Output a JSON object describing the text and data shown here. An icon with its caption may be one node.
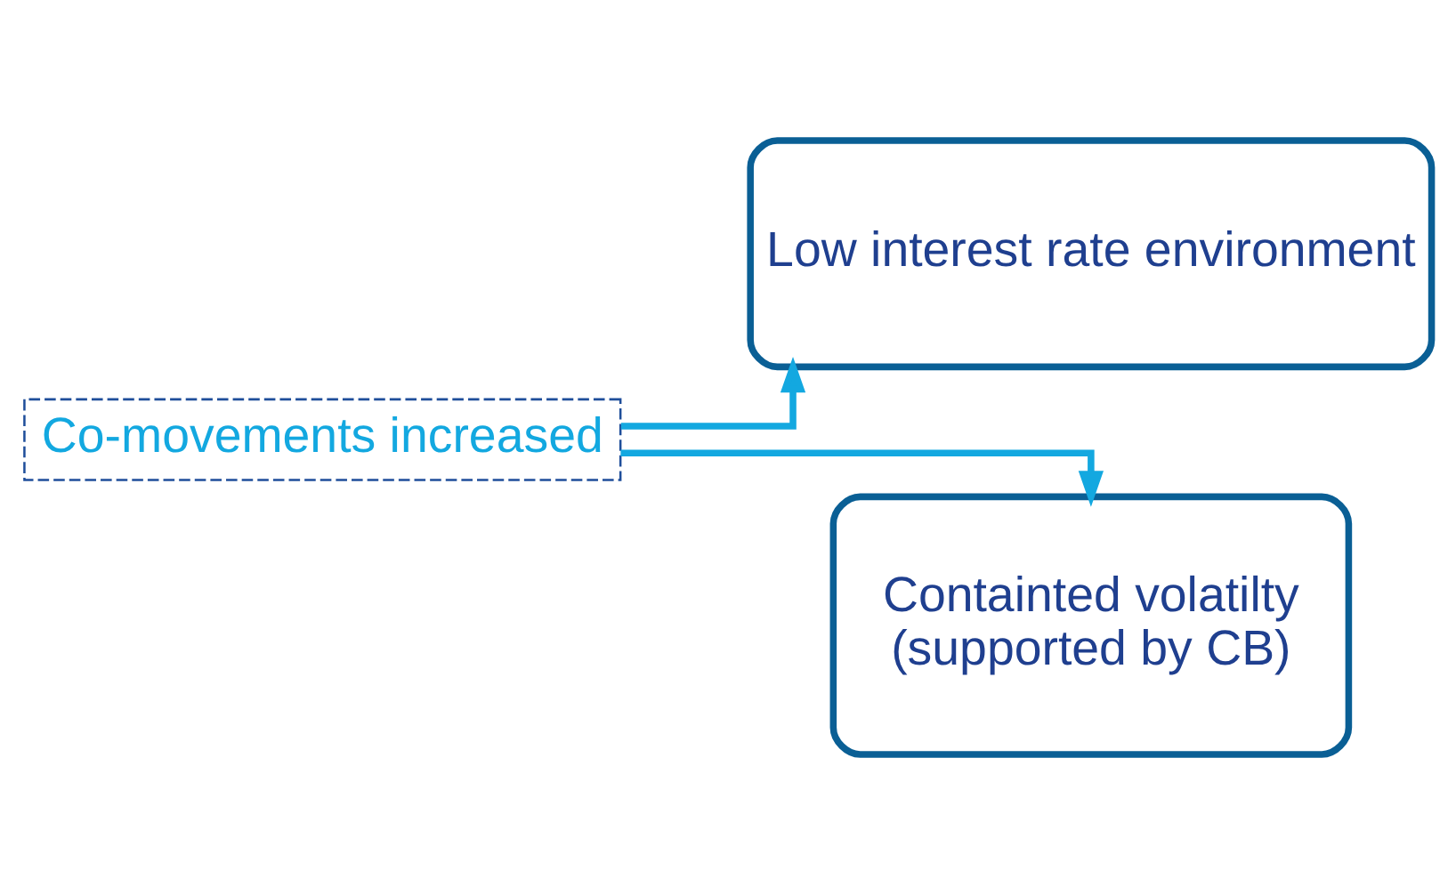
{
  "diagram": {
    "nodes": [
      {
        "text": [
          "Co-movements increased"
        ]
      },
      {
        "text": [
          "Low interest rate environment"
        ]
      },
      {
        "text": [
          "Containted volatilty",
          "(supported by CB)"
        ]
      }
    ],
    "edges": [
      {
        "from": 0,
        "to": 1,
        "arrow": "to"
      },
      {
        "from": 0,
        "to": 2,
        "arrow": "to"
      }
    ]
  }
}
